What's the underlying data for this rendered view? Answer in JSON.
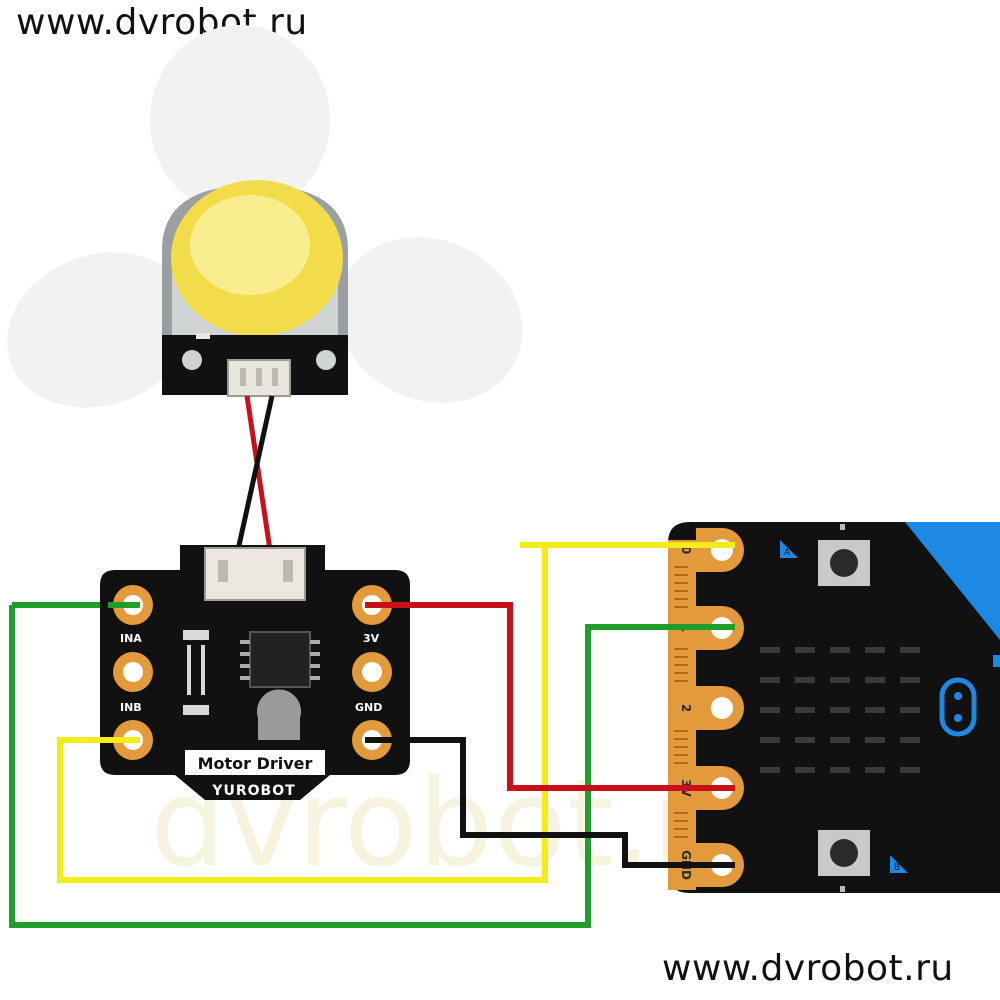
{
  "watermark": {
    "url_top": "www.dvrobot.ru",
    "url_bottom": "www.dvrobot.ru",
    "faint_text": "dvrobot.ru"
  },
  "motor_driver": {
    "title": "Motor Driver",
    "brand": "YUROBOT",
    "pins": {
      "ina": "INA",
      "inb": "INB",
      "v3": "3V",
      "gnd": "GND"
    }
  },
  "microbit": {
    "pins": {
      "p0": "0",
      "p1": "1",
      "p2": "2",
      "p3v": "3V",
      "gnd": "GND"
    },
    "buttons": {
      "a": "A",
      "b": "B"
    }
  },
  "colors": {
    "yellow_wire": "#f4ec1a",
    "green_wire": "#1f9e2c",
    "red_wire": "#c8101a",
    "black_wire": "#111111",
    "board": "#111111",
    "pad": "#e39a3b",
    "led": "#f7e45a",
    "microbit_accent": "#1e88e5"
  }
}
